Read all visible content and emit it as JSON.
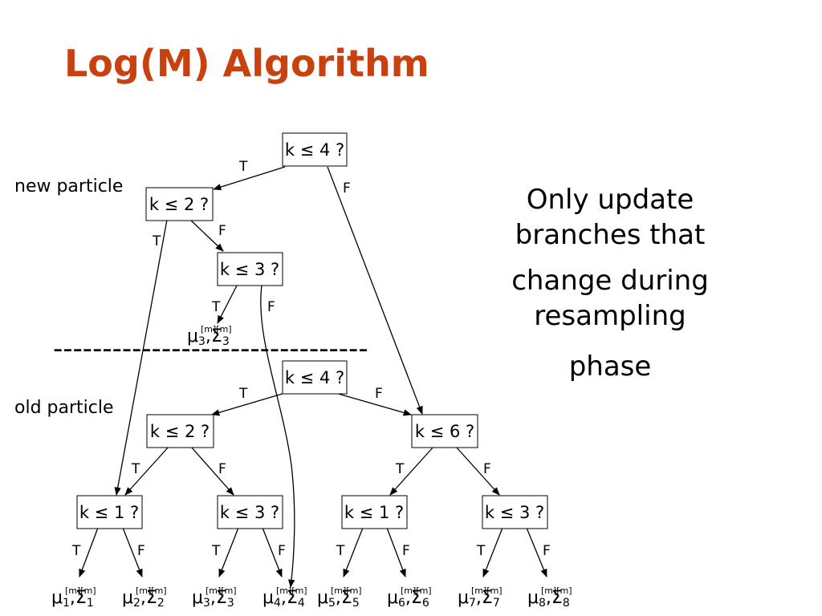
{
  "slide": {
    "title": "Log(M) Algorithm",
    "new_particle_label": "new particle",
    "old_particle_label": "old particle",
    "note_lines": [
      "Only update",
      "branches that",
      "change during",
      "resampling",
      "phase"
    ],
    "divider": "--------------------------------"
  },
  "tree": {
    "true_label": "T",
    "false_label": "F",
    "leaf_sup": "[m][m]",
    "mu": "μ",
    "sigma": "Σ",
    "comma": ",",
    "nodes": {
      "new_root": "k ≤ 4 ?",
      "new_k2": "k ≤ 2 ?",
      "new_k3": "k ≤ 3 ?",
      "old_root": "k ≤ 4 ?",
      "old_k2": "k ≤ 2 ?",
      "old_k6": "k ≤ 6 ?",
      "old_k1a": "k ≤ 1 ?",
      "old_k3a": "k ≤ 3 ?",
      "old_k1b": "k ≤ 1 ?",
      "old_k3b": "k ≤ 3 ?"
    },
    "leaves": {
      "new_3": "3",
      "l1": "1",
      "l2": "2",
      "l3": "3",
      "l4": "4",
      "l5": "5",
      "l6": "6",
      "l7": "7",
      "l8": "8"
    }
  }
}
